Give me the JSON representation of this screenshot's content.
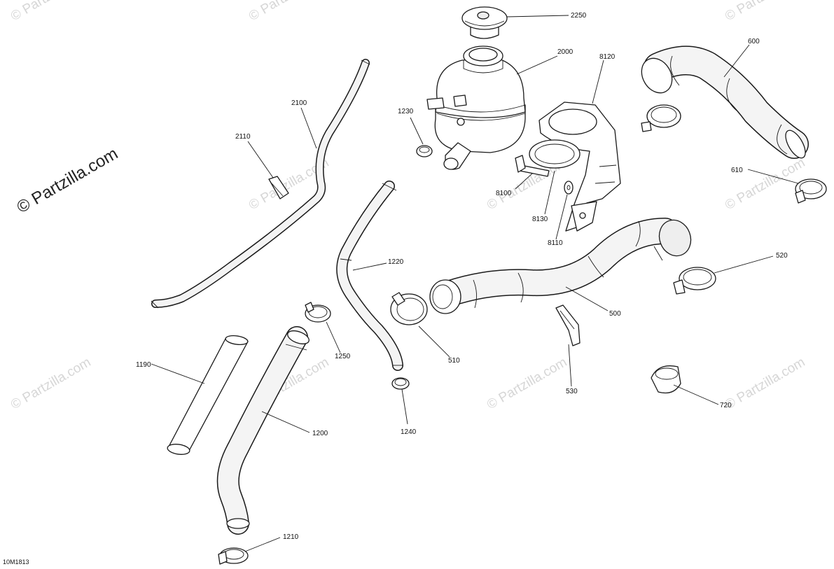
{
  "watermark_text": "© Partzilla.com",
  "brand_text": "© Partzilla.com",
  "diagram_ref": "10M1813",
  "callouts": {
    "c2250": "2250",
    "c2000": "2000",
    "c8120": "8120",
    "c600": "600",
    "c1230": "1230",
    "c2100": "2100",
    "c2110": "2110",
    "c610": "610",
    "c8100": "8100",
    "c8130": "8130",
    "c8110": "8110",
    "c1220": "1220",
    "c520": "520",
    "c500": "500",
    "c1250": "1250",
    "c510": "510",
    "c1190": "1190",
    "c530": "530",
    "c720": "720",
    "c1240": "1240",
    "c1200": "1200",
    "c1210": "1210"
  },
  "colors": {
    "line": "#1a1a1a",
    "watermark": "#d6d6d6",
    "background": "#ffffff"
  }
}
